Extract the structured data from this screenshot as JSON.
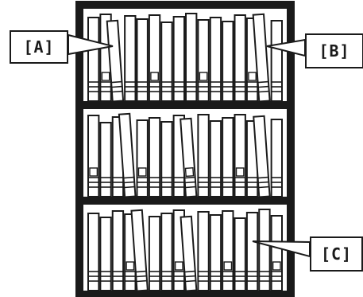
{
  "labels": {
    "a": "[A]",
    "b": "[B]",
    "c": "[C]"
  },
  "colors": {
    "ink": "#1a1a1a",
    "paper": "#ffffff"
  },
  "shelves": [
    {
      "name": "top-shelf",
      "book_count": 16,
      "leaning_positions": [
        2,
        14
      ]
    },
    {
      "name": "middle-shelf",
      "book_count": 16,
      "leaning_positions": [
        3,
        8,
        14
      ]
    },
    {
      "name": "bottom-shelf",
      "book_count": 16,
      "leaning_positions": [
        4,
        8
      ]
    }
  ]
}
